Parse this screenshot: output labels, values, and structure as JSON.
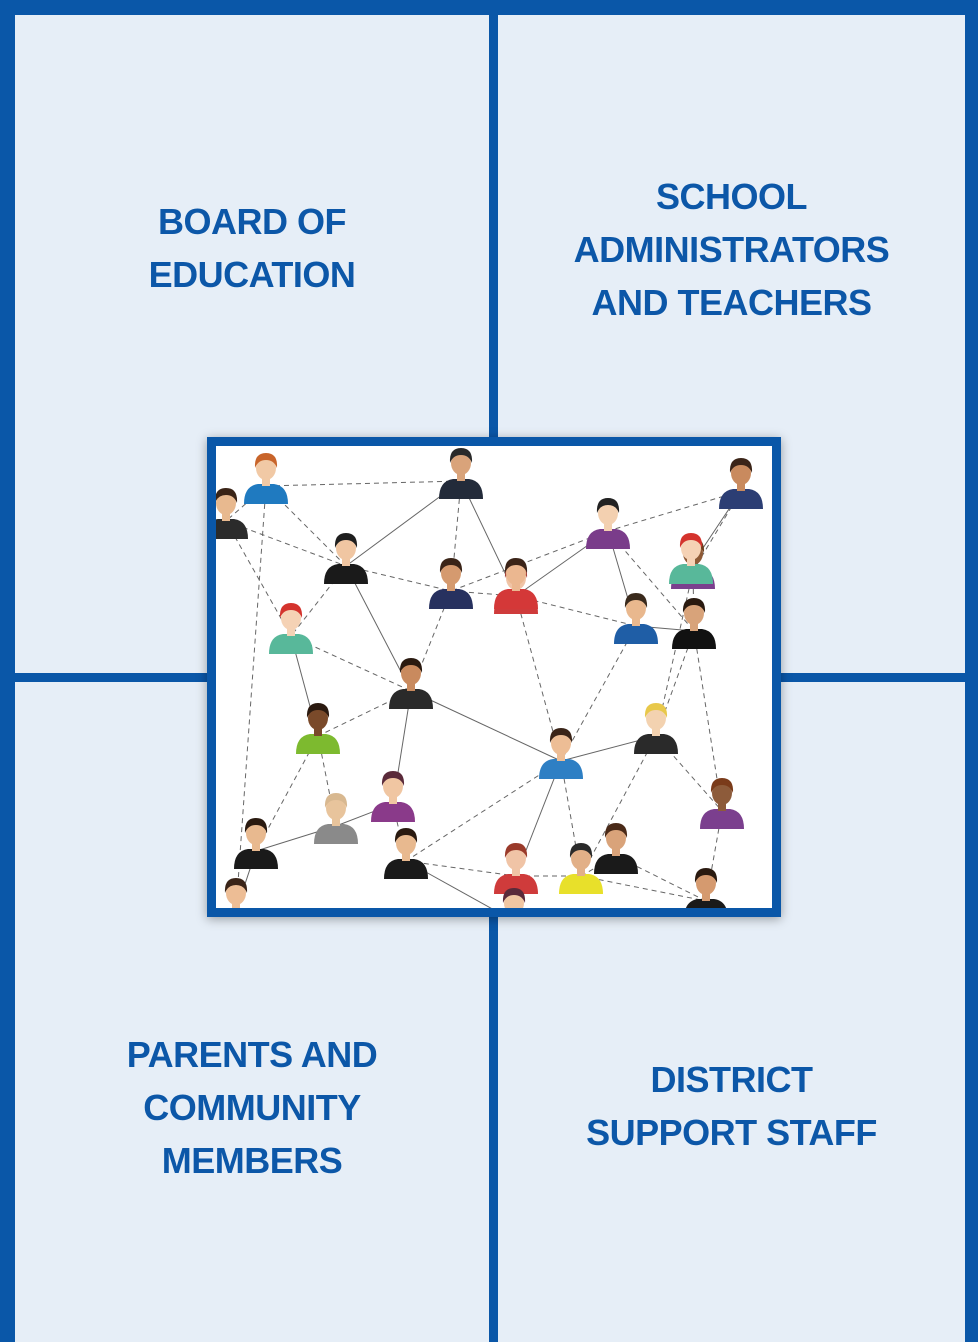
{
  "quadrants": {
    "top_left": {
      "title_lines": [
        "BOARD OF",
        "EDUCATION"
      ]
    },
    "top_right": {
      "title_lines": [
        "SCHOOL",
        "ADMINISTRATORS",
        "AND TEACHERS"
      ]
    },
    "bottom_left": {
      "title_lines": [
        "PARENTS AND",
        "COMMUNITY",
        "MEMBERS"
      ]
    },
    "bottom_right": {
      "title_lines": [
        "DISTRICT",
        "SUPPORT STAFF"
      ]
    }
  },
  "colors": {
    "brand_blue": "#0a57a8",
    "panel_background": "#e6eef7",
    "title_text": "#0c57a8",
    "network_background": "#ffffff",
    "connection_line": "#666666"
  },
  "network_illustration": {
    "description_icon": "people-network-icon",
    "people": [
      {
        "hair": "#c8642a",
        "skin": "#f1c9a5",
        "shirt": "#1f7ac0"
      },
      {
        "hair": "#3a2417",
        "skin": "#e8b98f",
        "shirt": "#2b2b2b"
      },
      {
        "hair": "#2a2a2a",
        "skin": "#d9a37a",
        "shirt": "#232b3a"
      },
      {
        "hair": "#3b2418",
        "skin": "#c98a5e",
        "shirt": "#2c3e74"
      },
      {
        "hair": "#1f1f1f",
        "skin": "#f0c6a2",
        "shirt": "#1a1a1a"
      },
      {
        "hair": "#222222",
        "skin": "#f3d0b0",
        "shirt": "#7a3c8a"
      },
      {
        "hair": "#3a2418",
        "skin": "#d59a6f",
        "shirt": "#27315f"
      },
      {
        "hair": "#a8433a",
        "skin": "#f0c4a6",
        "shirt": "#cf3b3b"
      },
      {
        "hair": "#6b3f1f",
        "skin": "#8e5a36",
        "shirt": "#7b3f8e"
      },
      {
        "hair": "#d4332d",
        "skin": "#f5d2b5",
        "shirt": "#58b89a"
      },
      {
        "hair": "#3a2a1c",
        "skin": "#e9b88e",
        "shirt": "#1f5ea6"
      },
      {
        "hair": "#2a1a10",
        "skin": "#d8a37a",
        "shirt": "#111111"
      },
      {
        "hair": "#d4332d",
        "skin": "#f5d2b5",
        "shirt": "#58b89a"
      },
      {
        "hair": "#3b2418",
        "skin": "#ebb790",
        "shirt": "#d43838"
      },
      {
        "hair": "#2a1a10",
        "skin": "#c98a5e",
        "shirt": "#2a2a2a"
      },
      {
        "hair": "#2b1a10",
        "skin": "#7a4a2a",
        "shirt": "#7dba2f"
      },
      {
        "hair": "#3a2418",
        "skin": "#edbd95",
        "shirt": "#2e7fc4"
      },
      {
        "hair": "#e8c84a",
        "skin": "#f3d2b0",
        "shirt": "#2a2a2a"
      },
      {
        "hair": "#7a3b1a",
        "skin": "#8d5b3a",
        "shirt": "#7b3f8e"
      },
      {
        "hair": "#5a2a3a",
        "skin": "#f0c6a2",
        "shirt": "#8a3a8a"
      },
      {
        "hair": "#d8b890",
        "skin": "#e8c49c",
        "shirt": "#8a8a8a"
      },
      {
        "hair": "#2a1a10",
        "skin": "#e8b98f",
        "shirt": "#1a1a1a"
      },
      {
        "hair": "#2a1a10",
        "skin": "#e8b98f",
        "shirt": "#1a1a1a"
      },
      {
        "hair": "#9a3a2a",
        "skin": "#f0c4a6",
        "shirt": "#cf3b3b"
      },
      {
        "hair": "#2a2a2a",
        "skin": "#e2b088",
        "shirt": "#e8e02a"
      },
      {
        "hair": "#2a1a10",
        "skin": "#d59a6f",
        "shirt": "#1a1a1a"
      },
      {
        "hair": "#3a2418",
        "skin": "#edbd95",
        "shirt": "#2e7fc4"
      },
      {
        "hair": "#5a2a3a",
        "skin": "#f0c6a2",
        "shirt": "#8a3a8a"
      },
      {
        "hair": "#4a2a18",
        "skin": "#d9a37a",
        "shirt": "#1a1a1a"
      }
    ]
  }
}
